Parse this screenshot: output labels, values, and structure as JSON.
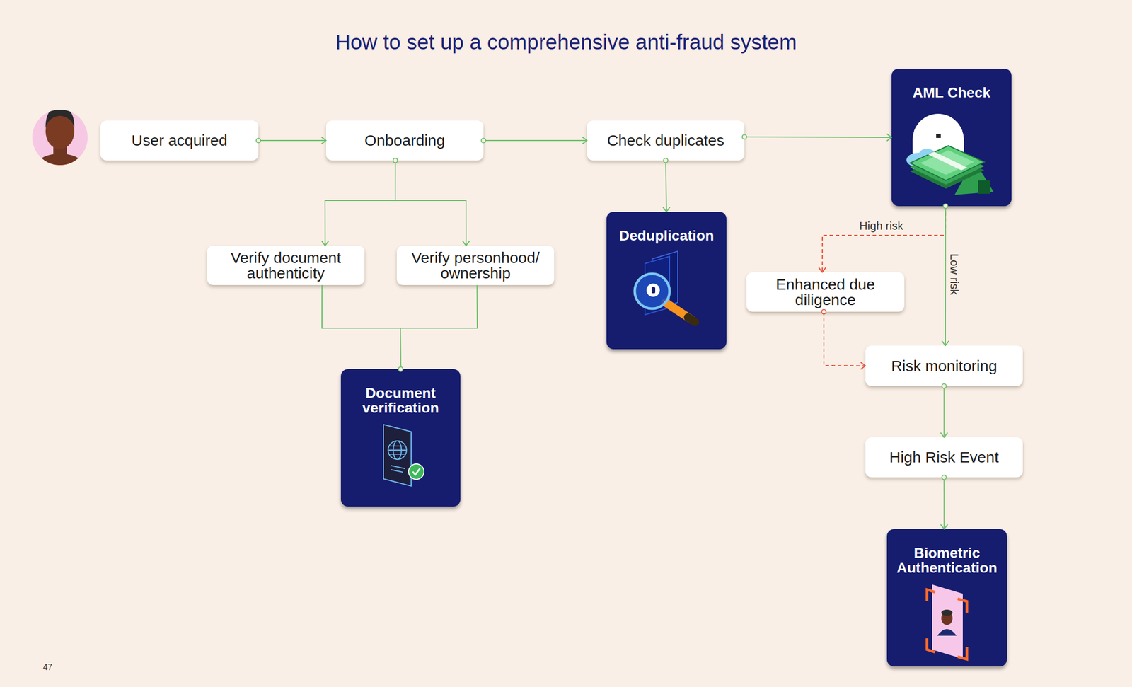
{
  "diagram": {
    "title": "How to set up a comprehensive anti-fraud system",
    "nodes": [
      {
        "text": [
          "User acquired"
        ]
      },
      {
        "text": [
          "Onboarding"
        ]
      },
      {
        "text": [
          "Check duplicates"
        ]
      },
      {
        "text": [
          "AML Check"
        ]
      },
      {
        "text": [
          "Verify document authenticity"
        ]
      },
      {
        "text": [
          "Verify personhood/ ownership"
        ]
      },
      {
        "text": [
          "Deduplication"
        ]
      },
      {
        "text": [
          "Enhanced due diligence"
        ]
      },
      {
        "text": [
          "Risk monitoring"
        ]
      },
      {
        "text": [
          "Document verification"
        ]
      },
      {
        "text": [
          "High Risk Event"
        ]
      },
      {
        "text": [
          "Biometric Authentication"
        ]
      }
    ],
    "edges": [
      {
        "from": 0,
        "to": 1,
        "arrow": "to"
      },
      {
        "from": 1,
        "to": 2,
        "arrow": "to"
      },
      {
        "from": 2,
        "to": 3,
        "arrow": "to"
      },
      {
        "from": 1,
        "to": 4,
        "arrow": "to"
      },
      {
        "from": 1,
        "to": 5,
        "arrow": "to"
      },
      {
        "from": 4,
        "to": 9,
        "arrow": "none"
      },
      {
        "from": 5,
        "to": 9,
        "arrow": "none"
      },
      {
        "from": 2,
        "to": 6,
        "arrow": "to"
      },
      {
        "from": 3,
        "to": 7,
        "label": "High risk",
        "arrow": "to"
      },
      {
        "from": 3,
        "to": 8,
        "label": "Low risk",
        "arrow": "to"
      },
      {
        "from": 7,
        "to": 8,
        "arrow": "to"
      },
      {
        "from": 8,
        "to": 10,
        "arrow": "to"
      },
      {
        "from": 10,
        "to": 11,
        "arrow": "to"
      }
    ],
    "labels": [
      "47"
    ]
  }
}
